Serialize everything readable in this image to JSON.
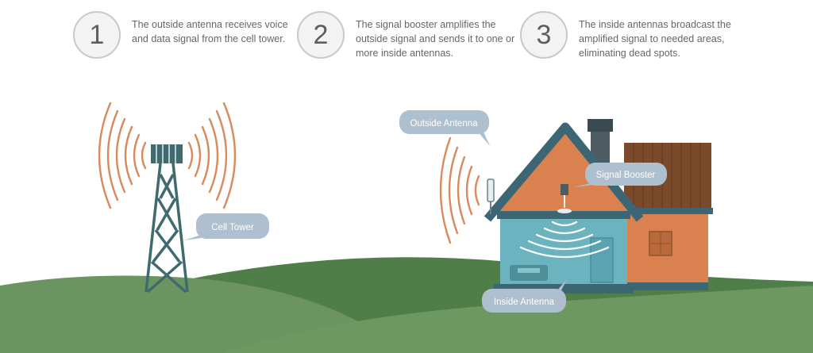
{
  "steps": [
    {
      "number": "1",
      "text": "The outside antenna receives voice and data signal from the cell tower."
    },
    {
      "number": "2",
      "text": "The signal booster amplifies the outside signal and sends it to one or more inside antennas."
    },
    {
      "number": "3",
      "text": "The inside antennas broadcast the amplified signal to needed areas, eliminating dead spots."
    }
  ],
  "labels": {
    "cell_tower": "Cell Tower",
    "outside_antenna": "Outside Antenna",
    "signal_booster": "Signal Booster",
    "inside_antenna": "Inside Antenna"
  },
  "colors": {
    "signal_wave": "#d98a5c",
    "tower": "#3f6b6e",
    "hill_dark": "#4f7e48",
    "hill_light": "#6b9460",
    "bubble": "#aebfcf",
    "roof": "#3d6675",
    "wall_orange": "#d9824f",
    "wall_blue": "#6ab3bf"
  }
}
